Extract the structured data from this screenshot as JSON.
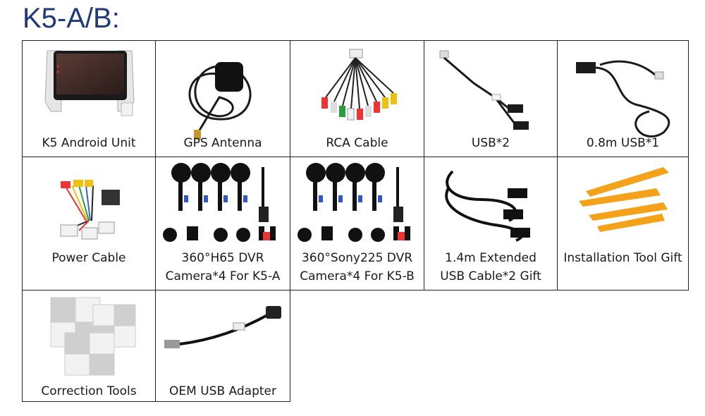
{
  "page_title": "K5-A/B:",
  "items": [
    {
      "lines": [
        "K5 Android Unit"
      ],
      "icon": "android-unit-icon"
    },
    {
      "lines": [
        "GPS Antenna"
      ],
      "icon": "gps-antenna-icon"
    },
    {
      "lines": [
        "RCA Cable"
      ],
      "icon": "rca-cable-icon"
    },
    {
      "lines": [
        "USB*2"
      ],
      "icon": "usb-cable-icon"
    },
    {
      "lines": [
        "0.8m USB*1"
      ],
      "icon": "usb-cable-icon"
    },
    {
      "lines": [
        "Power Cable"
      ],
      "icon": "power-cable-icon"
    },
    {
      "lines": [
        "360°H65 DVR",
        "Camera*4 For K5-A"
      ],
      "icon": "camera-set-icon"
    },
    {
      "lines": [
        "360°Sony225 DVR",
        "Camera*4 For K5-B"
      ],
      "icon": "camera-set-icon"
    },
    {
      "lines": [
        "1.4m Extended",
        "USB Cable*2 Gift"
      ],
      "icon": "usb-cable-icon"
    },
    {
      "lines": [
        "Installation Tool Gift"
      ],
      "icon": "pry-tool-icon"
    },
    {
      "lines": [
        "Correction Tools"
      ],
      "icon": "calibration-cloth-icon"
    },
    {
      "lines": [
        "OEM USB Adapter"
      ],
      "icon": "usb-adapter-icon"
    }
  ],
  "colors": {
    "title": "#1f3a7a",
    "border": "#222222",
    "tool_orange": "#f5a21b"
  }
}
